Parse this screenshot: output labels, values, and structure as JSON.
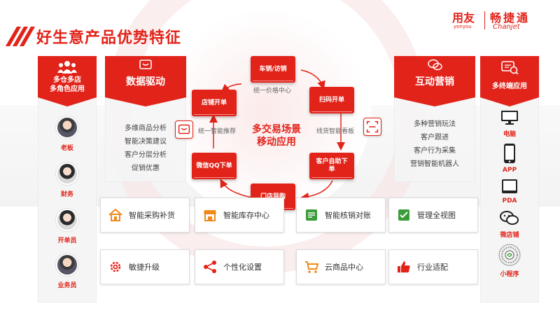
{
  "title": "好生意产品优势特征",
  "brand": {
    "yonyou": "用友",
    "yonyou_sub": "yonyou",
    "chanjet": "畅捷通",
    "chanjet_sub": "Chanjet"
  },
  "left_column": {
    "header": [
      "多仓多店",
      "多角色应用"
    ],
    "roles": [
      "老板",
      "财务",
      "开单员",
      "业务员"
    ]
  },
  "panels": [
    {
      "title": "数据驱动",
      "items": [
        "多维商品分析",
        "智能决策建议",
        "客户分层分析",
        "促销优惠"
      ]
    },
    {
      "title": "互动营销",
      "items": [
        "多种营销玩法",
        "客户跟进",
        "客户行为采集",
        "营销智能机器人"
      ]
    }
  ],
  "center": {
    "title": [
      "多交易场景",
      "移动应用"
    ],
    "nodes": [
      "车销/访销",
      "扫码开单",
      "客户自助下单",
      "门店导购",
      "微信QQ下单",
      "店铺开单"
    ],
    "notes": [
      "统一价格中心",
      "统一智能推荐",
      "线货智能看板"
    ]
  },
  "right_column": {
    "header": "多终端应用",
    "terminals": [
      "电脑",
      "APP",
      "PDA",
      "微店铺",
      "小程序"
    ]
  },
  "cards": [
    {
      "label": "智能采购补货",
      "icon": "house-icon"
    },
    {
      "label": "智能库存中心",
      "icon": "store-icon"
    },
    {
      "label": "智能核销对账",
      "icon": "ledger-icon"
    },
    {
      "label": "管理全视图",
      "icon": "check-board-icon"
    },
    {
      "label": "敏捷升级",
      "icon": "gear-icon"
    },
    {
      "label": "个性化设置",
      "icon": "share-icon"
    },
    {
      "label": "云商品中心",
      "icon": "cart-icon"
    },
    {
      "label": "行业适配",
      "icon": "thumbs-up-icon"
    }
  ],
  "colors": {
    "accent": "#e2231a",
    "icon_green": "#3a9d3a",
    "icon_orange": "#f08a1c"
  }
}
